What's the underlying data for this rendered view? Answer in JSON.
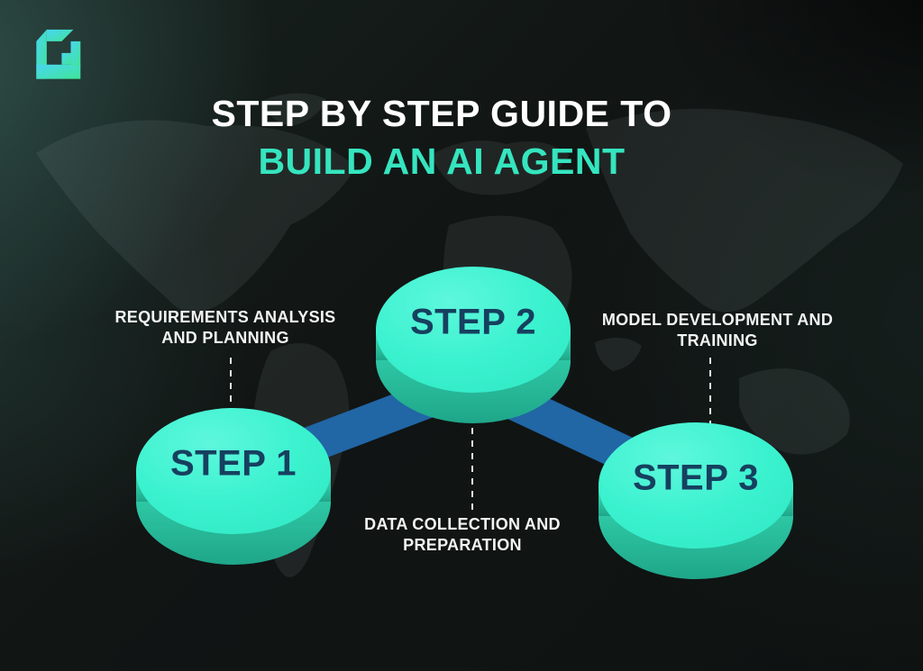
{
  "title": {
    "line1": "STEP BY STEP GUIDE TO",
    "line2": "BUILD AN AI AGENT"
  },
  "steps": [
    {
      "id": 1,
      "label": "STEP 1",
      "caption": "REQUIREMENTS ANALYSIS AND PLANNING",
      "caption_line1": "REQUIREMENTS ANALYSIS",
      "caption_line2": "AND PLANNING"
    },
    {
      "id": 2,
      "label": "STEP 2",
      "caption": "DATA COLLECTION AND PREPARATION",
      "caption_line1": "DATA COLLECTION AND",
      "caption_line2": "PREPARATION"
    },
    {
      "id": 3,
      "label": "STEP 3",
      "caption": "MODEL DEVELOPMENT AND TRAINING",
      "caption_line1": "MODEL DEVELOPMENT AND",
      "caption_line2": "TRAINING"
    }
  ],
  "icons": [
    {
      "name": "brand-logo",
      "description": "angular L-shaped logo with cyan-to-green gradient"
    }
  ],
  "colors": {
    "background": "#101413",
    "title_white": "#ffffff",
    "title_accent": "#35e5bf",
    "disc_top": "#3bf2cf",
    "disc_side_dark": "#1fa689",
    "step_text": "#16405f",
    "connector_blue": "#2166a5",
    "caption_text": "#f2f5f4",
    "dashed_line": "#e4e8e7",
    "logo_gradient_start": "#49d6f2",
    "logo_gradient_end": "#3fe596"
  }
}
